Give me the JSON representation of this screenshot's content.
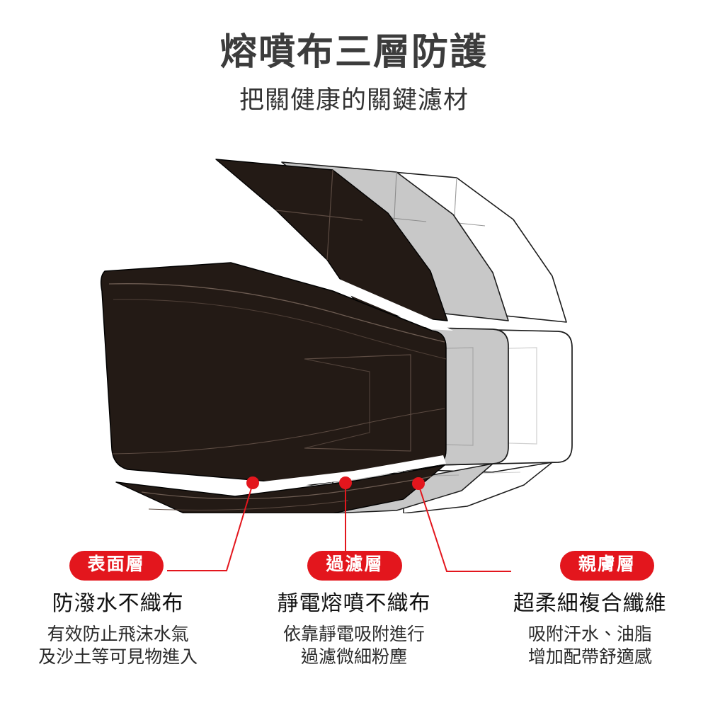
{
  "header": {
    "title": "熔噴布三層防護",
    "subtitle": "把關健康的關鍵濾材"
  },
  "illustration": {
    "name": "three-layer-mask-exploded-diagram",
    "layers": [
      {
        "id": "outer",
        "label": "表面層",
        "fill": "#231a15",
        "stroke": "#000000"
      },
      {
        "id": "middle",
        "label": "過濾層",
        "fill": "#c8c8c8",
        "stroke": "#1a1a1a"
      },
      {
        "id": "inner",
        "label": "親膚層",
        "fill": "#ffffff",
        "stroke": "#1a1a1a"
      }
    ]
  },
  "colors": {
    "accent_red": "#e3161d",
    "outer_layer": "#231a15",
    "middle_layer": "#c8c8c8",
    "inner_layer": "#ffffff",
    "title_gray": "#3c3c3c",
    "background": "#ffffff"
  },
  "legend": [
    {
      "badge": "表面層",
      "heading": "防潑水不織布",
      "desc_line1": "有效防止飛沫水氣",
      "desc_line2": "及沙土等可見物進入"
    },
    {
      "badge": "過濾層",
      "heading": "靜電熔噴不織布",
      "desc_line1": "依靠靜電吸附進行",
      "desc_line2": "過濾微細粉塵"
    },
    {
      "badge": "親膚層",
      "heading": "超柔細複合纖維",
      "desc_line1": "吸附汗水、油脂",
      "desc_line2": "增加配帶舒適感"
    }
  ]
}
